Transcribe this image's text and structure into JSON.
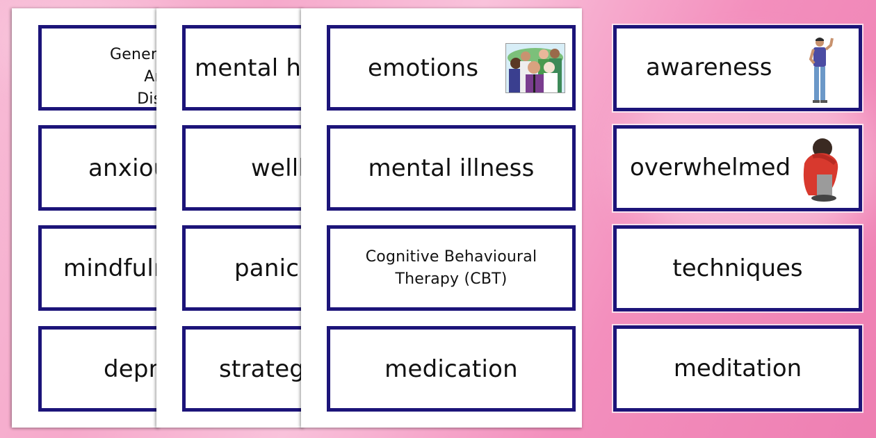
{
  "colors": {
    "card_border": "#1c1479",
    "text": "#111111",
    "background": "#f5a8cb"
  },
  "pages": [
    {
      "cards": [
        {
          "text": "Generalised Anxiety Disorder",
          "visible_text": "Generalis\nDisc",
          "small": true
        },
        {
          "text": "anxious",
          "visible_text": "anxiou"
        },
        {
          "text": "mindfulness",
          "visible_text": "mindfuln"
        },
        {
          "text": "depression",
          "visible_text": "depre"
        }
      ]
    },
    {
      "cards": [
        {
          "text": "mental health",
          "visible_text": "mental he"
        },
        {
          "text": "wellbeing",
          "visible_text": "well"
        },
        {
          "text": "panic",
          "visible_text": "panic"
        },
        {
          "text": "strategies",
          "visible_text": "strateg"
        }
      ]
    },
    {
      "cards": [
        {
          "text": "emotions",
          "image": "group-of-people-icon"
        },
        {
          "text": "mental illness"
        },
        {
          "text": "Cognitive Behavioural Therapy (CBT)",
          "small": true
        },
        {
          "text": "medication"
        }
      ]
    }
  ],
  "right_cards": [
    {
      "text": "awareness",
      "image": "standing-person-icon"
    },
    {
      "text": "overwhelmed",
      "image": "crouching-person-icon"
    },
    {
      "text": "techniques"
    },
    {
      "text": "meditation"
    }
  ]
}
